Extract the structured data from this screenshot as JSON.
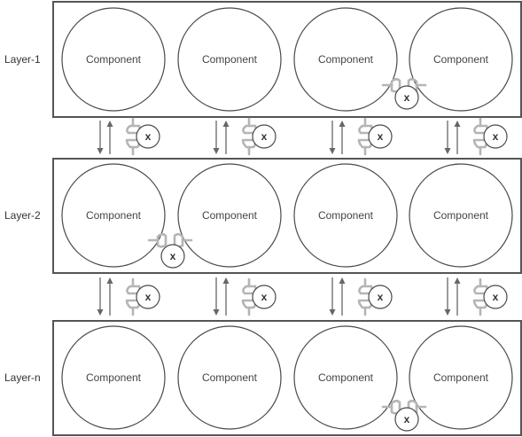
{
  "layers": [
    {
      "label": "Layer-1",
      "components": [
        "Component",
        "Component",
        "Component",
        "Component"
      ]
    },
    {
      "label": "Layer-2",
      "components": [
        "Component",
        "Component",
        "Component",
        "Component"
      ]
    },
    {
      "label": "Layer-n",
      "components": [
        "Component",
        "Component",
        "Component",
        "Component"
      ]
    }
  ],
  "connector_symbol": "x",
  "colors": {
    "frame": "#555555",
    "circle_stroke": "#4a4a4a",
    "connector_plug": "#b5b5b5",
    "arrow": "#666666"
  }
}
